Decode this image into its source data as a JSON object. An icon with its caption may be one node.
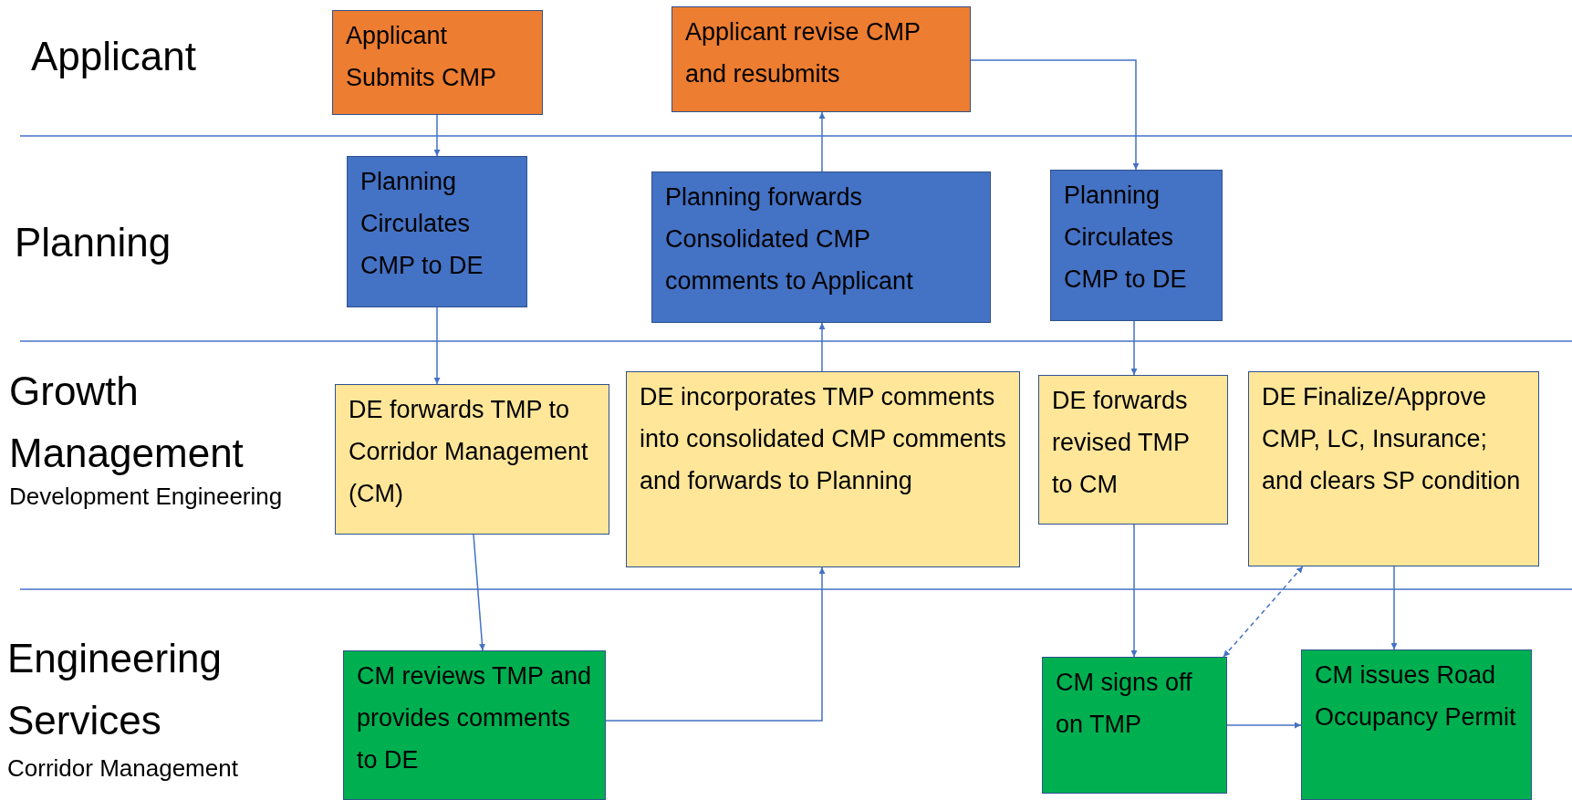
{
  "diagram": {
    "nodes": [
      {
        "text": [
          "Applicant Submits CMP"
        ]
      },
      {
        "text": [
          "Applicant revise CMP and resubmits"
        ]
      },
      {
        "text": [
          "Planning Circulates CMP to DE"
        ]
      },
      {
        "text": [
          "Planning forwards Consolidated CMP comments to Applicant"
        ]
      },
      {
        "text": [
          "Planning Circulates CMP to DE"
        ]
      },
      {
        "text": [
          "DE forwards TMP to Corridor Management (CM)"
        ]
      },
      {
        "text": [
          "DE incorporates TMP comments into consolidated CMP comments and forwards to Planning"
        ]
      },
      {
        "text": [
          "DE forwards revised TMP to CM"
        ]
      },
      {
        "text": [
          "DE Finalize/Approve CMP, LC, Insurance; and clears SP condition"
        ]
      },
      {
        "text": [
          "CM reviews TMP and provides comments to DE"
        ]
      },
      {
        "text": [
          "CM signs off on TMP"
        ]
      },
      {
        "text": [
          "CM issues Road Occupancy Permit"
        ]
      }
    ],
    "edges": [
      {
        "from": 0,
        "to": 2,
        "arrow": "to"
      },
      {
        "from": 2,
        "to": 5,
        "arrow": "to"
      },
      {
        "from": 5,
        "to": 9,
        "arrow": "to"
      },
      {
        "from": 9,
        "to": 6,
        "arrow": "to"
      },
      {
        "from": 6,
        "to": 3,
        "arrow": "to"
      },
      {
        "from": 3,
        "to": 1,
        "arrow": "to"
      },
      {
        "from": 1,
        "to": 4,
        "arrow": "to"
      },
      {
        "from": 4,
        "to": 7,
        "arrow": "to"
      },
      {
        "from": 7,
        "to": 10,
        "arrow": "to"
      },
      {
        "from": 10,
        "to": 11,
        "arrow": "to"
      },
      {
        "from": 8,
        "to": 11,
        "arrow": "to"
      },
      {
        "from": 10,
        "to": 8,
        "arrow": "both",
        "style": "dashed"
      }
    ],
    "labels": [
      "Applicant",
      "Planning",
      "Growth Management",
      "Development Engineering",
      "Engineering Services",
      "Corridor Management"
    ]
  }
}
